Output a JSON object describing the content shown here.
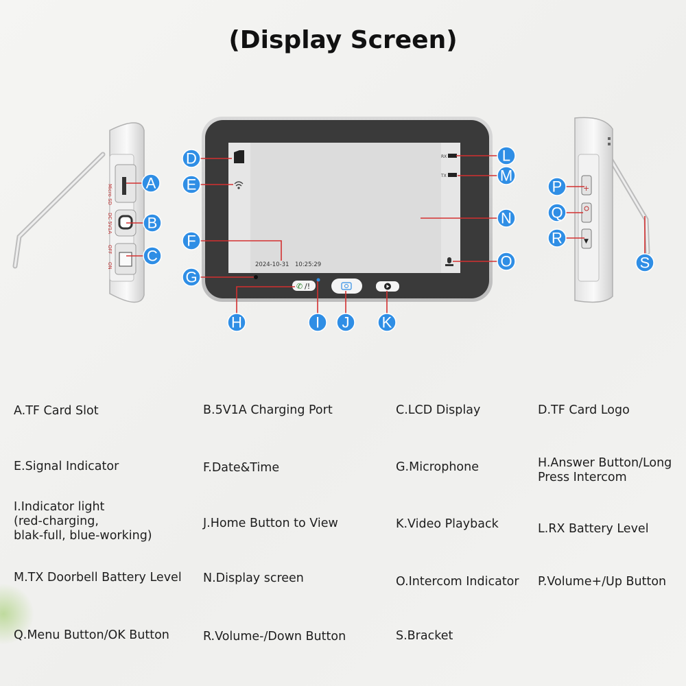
{
  "title": "(Display Screen)",
  "screen": {
    "date": "2024-10-31",
    "time": "10:25:29",
    "rx_label": "RX",
    "tx_label": "TX"
  },
  "side_labels": {
    "micro_sd": "Micro SD",
    "dc_5v1a": "DC 5V1A",
    "off": "OFF",
    "on": "ON"
  },
  "callouts": [
    "A",
    "B",
    "C",
    "D",
    "E",
    "F",
    "G",
    "H",
    "I",
    "J",
    "K",
    "L",
    "M",
    "N",
    "O",
    "P",
    "Q",
    "R",
    "S"
  ],
  "legend": [
    {
      "text": "A.TF Card Slot"
    },
    {
      "text": "B.5V1A Charging Port"
    },
    {
      "text": "C.LCD Display"
    },
    {
      "text": "D.TF Card Logo"
    },
    {
      "text": "E.Signal Indicator"
    },
    {
      "text": "F.Date&Time"
    },
    {
      "text": "G.Microphone"
    },
    {
      "text": "H.Answer Button/Long\nPress Intercom"
    },
    {
      "text": "I.Indicator light\n(red-charging,\nblak-full, blue-working)"
    },
    {
      "text": "J.Home Button to View"
    },
    {
      "text": "K.Video Playback"
    },
    {
      "text": "L.RX Battery Level"
    },
    {
      "text": "M.TX Doorbell Battery Level"
    },
    {
      "text": "N.Display screen"
    },
    {
      "text": "O.Intercom Indicator"
    },
    {
      "text": "P.Volume+/Up Button"
    },
    {
      "text": "Q.Menu Button/OK Button"
    },
    {
      "text": "R.Volume-/Down Button"
    },
    {
      "text": "S.Bracket"
    }
  ],
  "colors": {
    "callout": "#2f8ee5",
    "leader": "#d33030",
    "bezel": "#3a3a3a",
    "lcd": "#e9e9e9"
  }
}
